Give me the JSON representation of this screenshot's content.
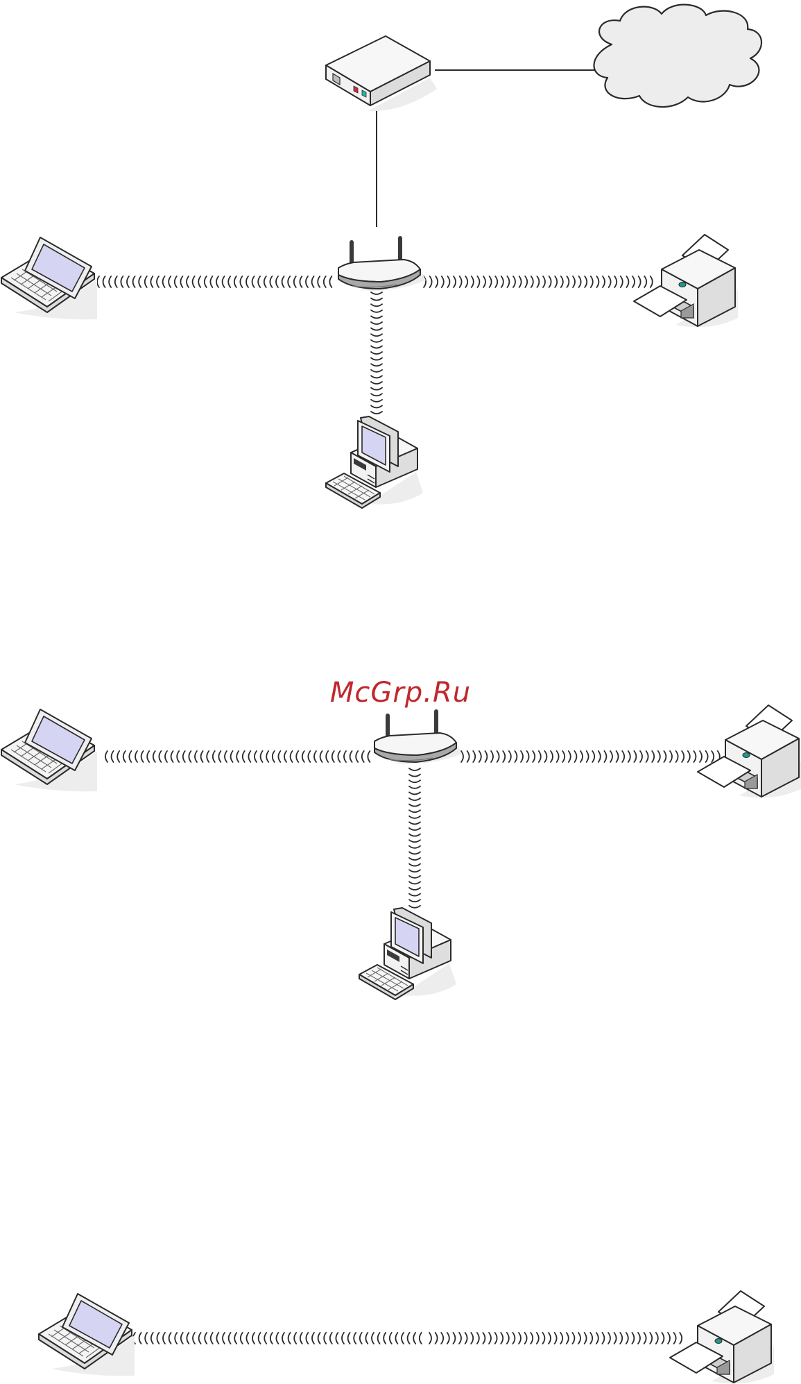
{
  "watermark": {
    "text": "McGrp.Ru"
  },
  "colors": {
    "watermark": "#c1272d",
    "outline": "#2a2a2a",
    "device_fill": "#ffffff",
    "device_shade": "#e6e6e6",
    "shadow": "#ededed",
    "screen": "#d5d4f2",
    "led_red": "#cc2a3a",
    "led_green": "#2bb6a3",
    "printer_led": "#1a9a8a"
  },
  "diagrams": [
    {
      "name": "infrastructure-with-internet",
      "devices": [
        "modem",
        "internet-cloud",
        "access-point",
        "laptop",
        "printer",
        "desktop-computer"
      ]
    },
    {
      "name": "infrastructure-wireless",
      "devices": [
        "access-point",
        "laptop",
        "printer",
        "desktop-computer"
      ]
    },
    {
      "name": "ad-hoc",
      "devices": [
        "laptop",
        "printer"
      ]
    }
  ],
  "icons": [
    "modem-icon",
    "cloud-icon",
    "access-point-icon",
    "laptop-icon",
    "printer-icon",
    "desktop-computer-icon",
    "wireless-signal-icon"
  ]
}
